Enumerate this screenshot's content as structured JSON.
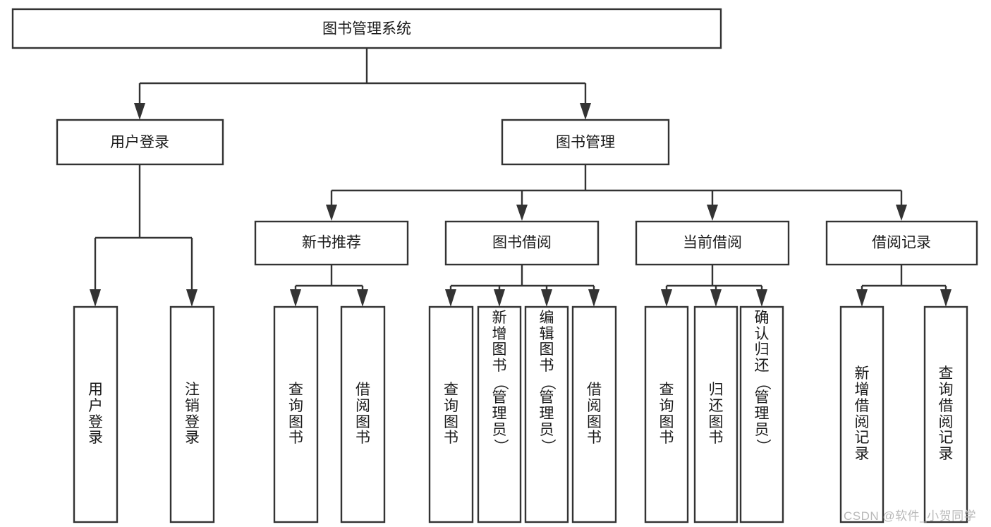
{
  "diagram": {
    "title": "图书管理系统",
    "type": "tree-hierarchy-flowchart",
    "root": {
      "id": "root",
      "label": "图书管理系统",
      "orientation": "horizontal"
    },
    "level2": [
      {
        "id": "user-login",
        "label": "用户登录",
        "orientation": "horizontal"
      },
      {
        "id": "book-management",
        "label": "图书管理",
        "orientation": "horizontal"
      }
    ],
    "level3": [
      {
        "id": "new-book-recommend",
        "label": "新书推荐",
        "orientation": "horizontal",
        "parent": "book-management"
      },
      {
        "id": "book-borrow",
        "label": "图书借阅",
        "orientation": "horizontal",
        "parent": "book-management"
      },
      {
        "id": "current-borrow",
        "label": "当前借阅",
        "orientation": "horizontal",
        "parent": "book-management"
      },
      {
        "id": "borrow-record",
        "label": "借阅记录",
        "orientation": "horizontal",
        "parent": "book-management"
      }
    ],
    "leaves": [
      {
        "id": "leaf-user-login",
        "label": "用户登录",
        "parent": "user-login",
        "orientation": "vertical"
      },
      {
        "id": "leaf-logout-login",
        "label": "注销登录",
        "parent": "user-login",
        "orientation": "vertical"
      },
      {
        "id": "leaf-query-book-1",
        "label": "查询图书",
        "parent": "new-book-recommend",
        "orientation": "vertical"
      },
      {
        "id": "leaf-borrow-book-1",
        "label": "借阅图书",
        "parent": "new-book-recommend",
        "orientation": "vertical"
      },
      {
        "id": "leaf-query-book-2",
        "label": "查询图书",
        "parent": "book-borrow",
        "orientation": "vertical"
      },
      {
        "id": "leaf-add-book",
        "label": "新增图书（管理员）",
        "parent": "book-borrow",
        "orientation": "vertical"
      },
      {
        "id": "leaf-edit-book",
        "label": "编辑图书（管理员）",
        "parent": "book-borrow",
        "orientation": "vertical"
      },
      {
        "id": "leaf-borrow-book-2",
        "label": "借阅图书",
        "parent": "book-borrow",
        "orientation": "vertical"
      },
      {
        "id": "leaf-query-book-3",
        "label": "查询图书",
        "parent": "current-borrow",
        "orientation": "vertical"
      },
      {
        "id": "leaf-return-book",
        "label": "归还图书",
        "parent": "current-borrow",
        "orientation": "vertical"
      },
      {
        "id": "leaf-confirm-return",
        "label": "确认归还（管理员）",
        "parent": "current-borrow",
        "orientation": "vertical"
      },
      {
        "id": "leaf-add-record",
        "label": "新增借阅记录",
        "parent": "borrow-record",
        "orientation": "vertical"
      },
      {
        "id": "leaf-query-record",
        "label": "查询借阅记录",
        "parent": "borrow-record",
        "orientation": "vertical"
      }
    ],
    "colors": {
      "stroke": "#333333",
      "fill": "#ffffff",
      "text": "#1a1a1a",
      "watermark": "#b9b9b9",
      "background": "#ffffff"
    }
  },
  "watermark": {
    "text": "CSDN @软件_小贺同学"
  }
}
